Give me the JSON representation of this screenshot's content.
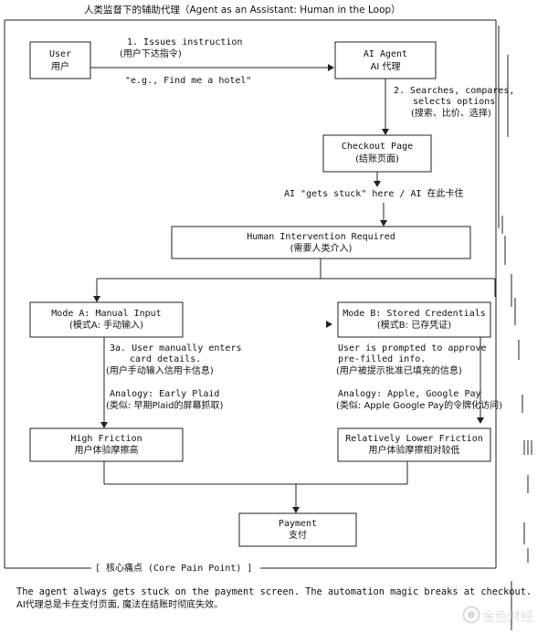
{
  "title": "人类监督下的辅助代理（Agent as an Assistant: Human in the Loop）",
  "user": {
    "label": "User",
    "zh": "用户"
  },
  "agent": {
    "label": "AI Agent",
    "zh": "AI 代理"
  },
  "step1": {
    "label": "1. Issues instruction",
    "zh": "(用户下达指令)",
    "example": "\"e.g., Find me a hotel\""
  },
  "step2": {
    "line1": "2. Searches, compares,",
    "line2": "selects options",
    "zh": "(搜索、比价、选择)"
  },
  "checkout": {
    "label": "Checkout Page",
    "zh": "(结账页面)"
  },
  "stuck": "AI \"gets stuck\" here / AI 在此卡住",
  "intervention": {
    "label": "Human Intervention Required",
    "zh": "(需要人类介入)"
  },
  "mode_a": {
    "label": "Mode A: Manual Input",
    "zh": "(模式A: 手动输入)",
    "step_line1": "3a. User manually enters",
    "step_line2": "card details.",
    "step_zh": "(用户手动输入信用卡信息)",
    "analogy": "Analogy: Early Plaid",
    "analogy_zh": "(类似: 早期Plaid的屏幕抓取)"
  },
  "mode_b": {
    "label": "Mode B: Stored Credentials",
    "zh": "(模式B: 已存凭证)",
    "step_line1": "User is prompted to approve",
    "step_line2": "pre-filled info.",
    "step_zh": "(用户被提示批准已填充的信息)",
    "analogy": "Analogy: Apple, Google Pay",
    "analogy_zh": "(类似: Apple Google Pay的令牌化访问)"
  },
  "friction_high": {
    "label": "High Friction",
    "zh": "用户体验摩擦高"
  },
  "friction_low": {
    "label": "Relatively Lower Friction",
    "zh": "用户体验摩擦相对较低"
  },
  "payment": {
    "label": "Payment",
    "zh": "支付"
  },
  "pain_point": {
    "header": "[ 核心痛点 (Core Pain Point) ]",
    "text": "The agent always gets stuck on the payment screen. The automation magic breaks at checkout.",
    "zh": "AI代理总是卡在支付页面, 魔法在结账时彻底失效。"
  },
  "watermark": "金色财经"
}
